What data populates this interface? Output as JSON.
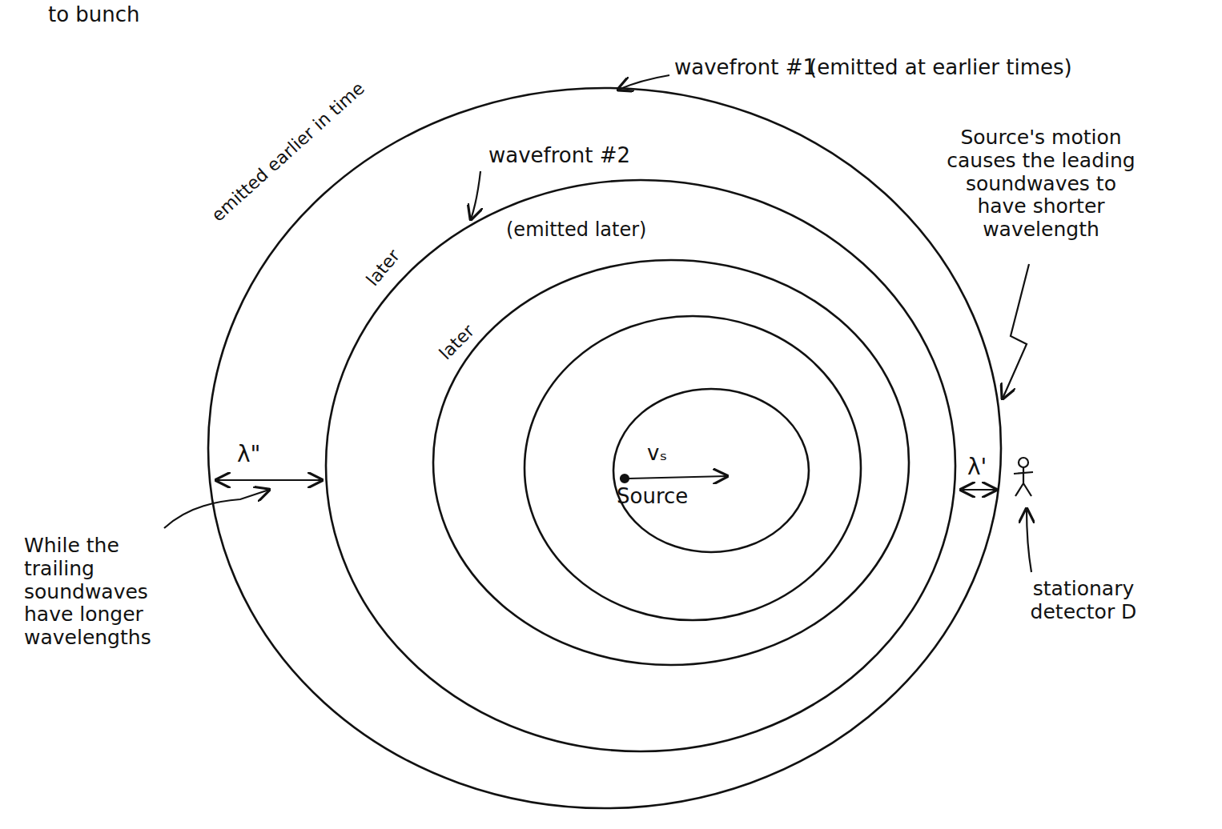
{
  "diagram": {
    "labels": [
      "to bunch",
      "wavefront #1",
      "(emitted at earlier times)",
      "emitted earlier in time",
      "wavefront #2",
      "(emitted later)",
      "later",
      "later",
      "Source's motion causes the leading soundwaves to have shorter wavelength",
      "λ\"",
      "vₛ",
      "Source",
      "λ'",
      "While the trailing soundwaves have longer wavelengths",
      "stationary detector D"
    ]
  }
}
